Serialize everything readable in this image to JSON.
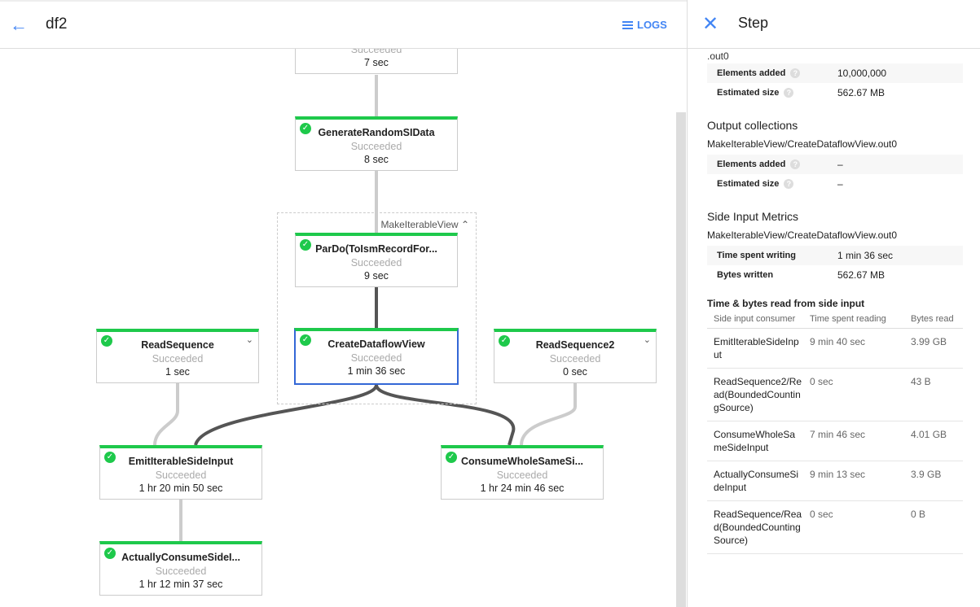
{
  "header": {
    "title": "df2",
    "logs_label": "LOGS"
  },
  "graph": {
    "group_label": "MakeIterableView",
    "nodes": {
      "top": {
        "status": "Succeeded",
        "duration": "7 sec"
      },
      "generate": {
        "name": "GenerateRandomSIData",
        "status": "Succeeded",
        "duration": "8 sec"
      },
      "pardo": {
        "name": "ParDo(ToIsmRecordFor...",
        "status": "Succeeded",
        "duration": "9 sec"
      },
      "create": {
        "name": "CreateDataflowView",
        "status": "Succeeded",
        "duration": "1 min 36 sec"
      },
      "read1": {
        "name": "ReadSequence",
        "status": "Succeeded",
        "duration": "1 sec"
      },
      "read2": {
        "name": "ReadSequence2",
        "status": "Succeeded",
        "duration": "0 sec"
      },
      "emit": {
        "name": "EmitIterableSideInput",
        "status": "Succeeded",
        "duration": "1 hr 20 min 50 sec"
      },
      "consume": {
        "name": "ConsumeWholeSameSi...",
        "status": "Succeeded",
        "duration": "1 hr 24 min 46 sec"
      },
      "actually": {
        "name": "ActuallyConsumeSideI...",
        "status": "Succeeded",
        "duration": "1 hr 12 min 37 sec"
      }
    }
  },
  "panel": {
    "title": "Step",
    "cut_text": ".out0",
    "input_metrics": [
      {
        "label": "Elements added",
        "value": "10,000,000"
      },
      {
        "label": "Estimated size",
        "value": "562.67 MB"
      }
    ],
    "output_title": "Output collections",
    "output_name": "MakeIterableView/CreateDataflowView.out0",
    "output_metrics": [
      {
        "label": "Elements added",
        "value": "–"
      },
      {
        "label": "Estimated size",
        "value": "–"
      }
    ],
    "side_title": "Side Input Metrics",
    "side_name": "MakeIterableView/CreateDataflowView.out0",
    "side_metrics": [
      {
        "label": "Time spent writing",
        "value": "1 min 36 sec"
      },
      {
        "label": "Bytes written",
        "value": "562.67 MB"
      }
    ],
    "read_title": "Time & bytes read from side input",
    "columns": [
      "Side input consumer",
      "Time spent reading",
      "Bytes read"
    ],
    "rows": [
      [
        "EmitIterableSideInput",
        "9 min 40 sec",
        "3.99 GB"
      ],
      [
        "ReadSequence2/Read(BoundedCountingSource)",
        "0 sec",
        "43 B"
      ],
      [
        "ConsumeWholeSameSideInput",
        "7 min 46 sec",
        "4.01 GB"
      ],
      [
        "ActuallyConsumeSideInput",
        "9 min 13 sec",
        "3.9 GB"
      ],
      [
        "ReadSequence/Read(BoundedCountingSource)",
        "0 sec",
        "0 B"
      ]
    ]
  }
}
